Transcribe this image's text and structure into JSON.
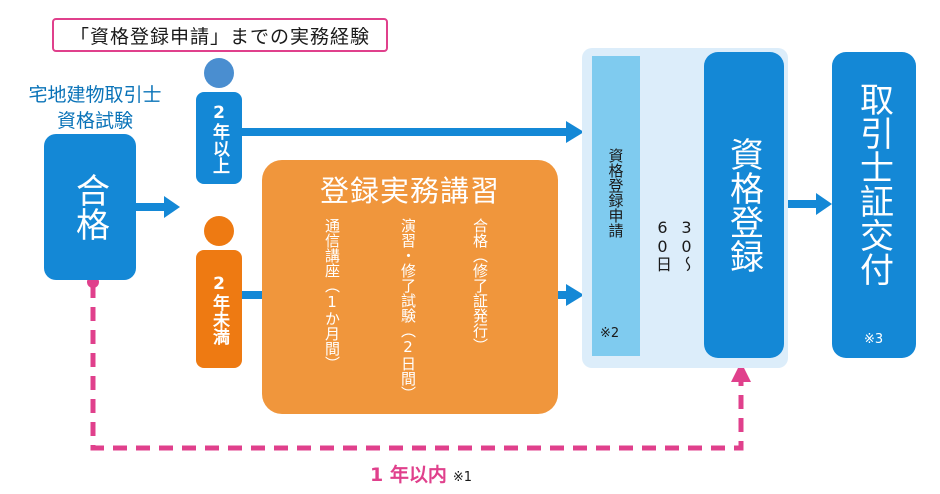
{
  "note_box": "「資格登録申請」までの実務経験",
  "exam": {
    "line1": "宅地建物取引士",
    "line2": "資格試験"
  },
  "pass_label": "合格",
  "experience": {
    "over2_num": "2",
    "over2_text": "年以上",
    "under2_num": "2",
    "under2_text": "年未満"
  },
  "course": {
    "title": "登録実務講習",
    "step1": "通信講座（1か月間）",
    "step2": "演習・修了試験（2日間）",
    "step3": "合格（修了証発行）"
  },
  "application": {
    "label": "資格登録申請",
    "note": "※2"
  },
  "days": "30〜60日",
  "registration": "資格登録",
  "license": {
    "label": "取引士証交付",
    "note": "※3"
  },
  "within": {
    "text": "1 年以内",
    "note": "※1"
  },
  "colors": {
    "blue": "#1488d6",
    "orange": "#f0963c",
    "person_orange": "#ee7a12",
    "pink": "#e0408c",
    "light_blue": "#7fcbef"
  }
}
